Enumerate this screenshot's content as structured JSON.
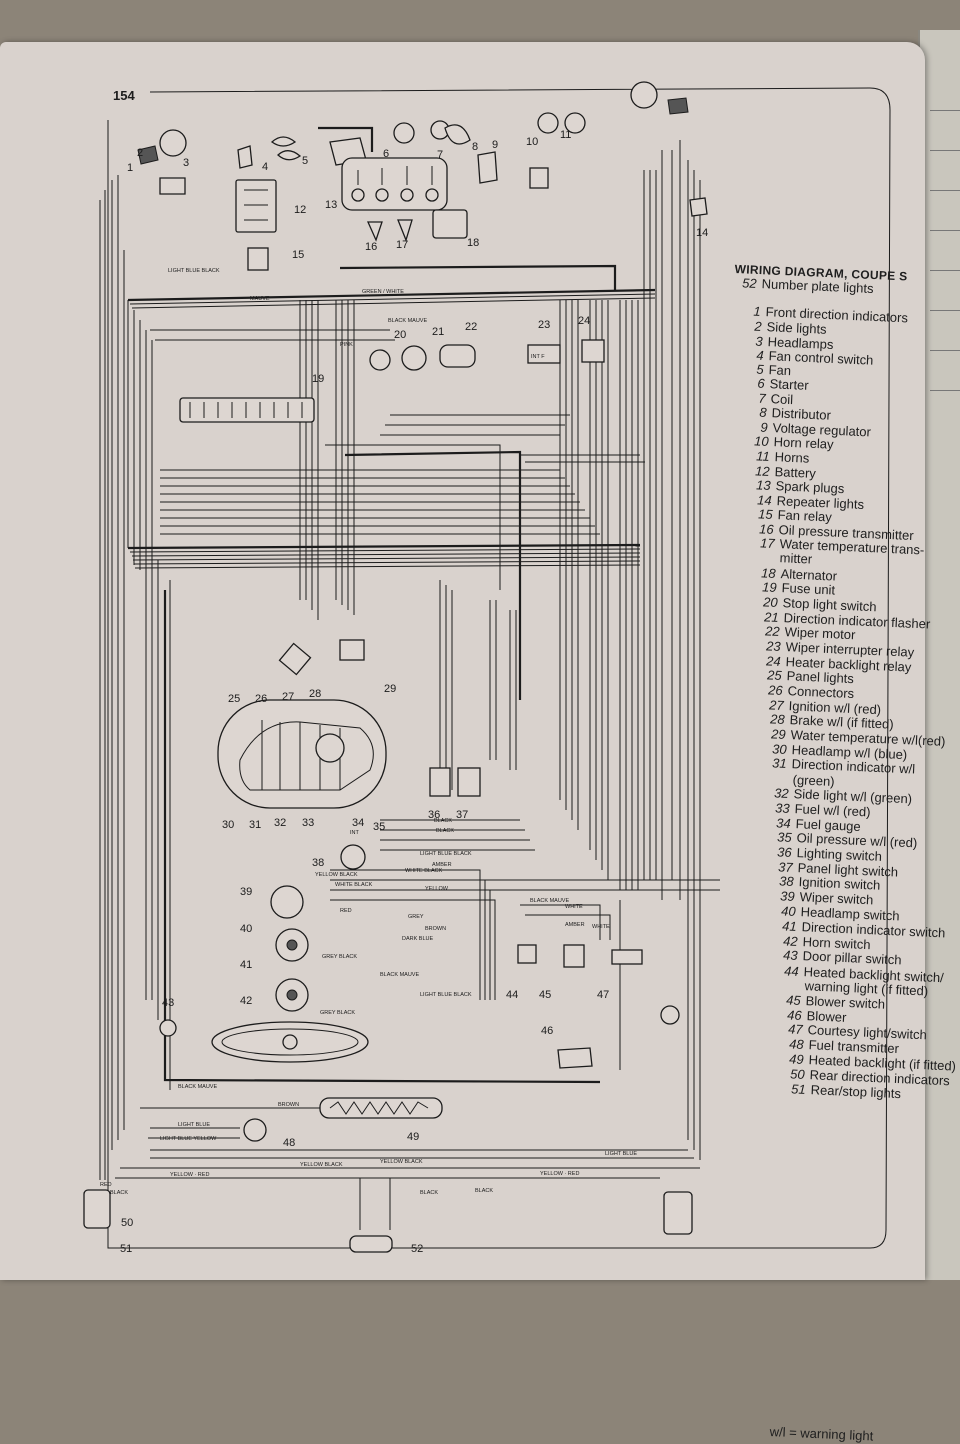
{
  "page_number": "154",
  "legend": {
    "title": "WIRING DIAGRAM, COUPE S",
    "items": [
      {
        "num": "1",
        "label": "Front direction indicators"
      },
      {
        "num": "2",
        "label": "Side lights"
      },
      {
        "num": "3",
        "label": "Headlamps"
      },
      {
        "num": "4",
        "label": "Fan control switch"
      },
      {
        "num": "5",
        "label": "Fan"
      },
      {
        "num": "6",
        "label": "Starter"
      },
      {
        "num": "7",
        "label": "Coil"
      },
      {
        "num": "8",
        "label": "Distributor"
      },
      {
        "num": "9",
        "label": "Voltage regulator"
      },
      {
        "num": "10",
        "label": "Horn relay"
      },
      {
        "num": "11",
        "label": "Horns"
      },
      {
        "num": "12",
        "label": "Battery"
      },
      {
        "num": "13",
        "label": "Spark plugs"
      },
      {
        "num": "14",
        "label": "Repeater lights"
      },
      {
        "num": "15",
        "label": "Fan relay"
      },
      {
        "num": "16",
        "label": "Oil pressure transmitter"
      },
      {
        "num": "17",
        "label": "Water temperature trans-"
      },
      {
        "num": "",
        "label": "mitter"
      },
      {
        "num": "18",
        "label": "Alternator"
      },
      {
        "num": "19",
        "label": "Fuse unit"
      },
      {
        "num": "20",
        "label": "Stop light switch"
      },
      {
        "num": "21",
        "label": "Direction indicator flasher"
      },
      {
        "num": "22",
        "label": "Wiper motor"
      },
      {
        "num": "23",
        "label": "Wiper interrupter relay"
      },
      {
        "num": "24",
        "label": "Heater backlight relay"
      },
      {
        "num": "25",
        "label": "Panel lights"
      },
      {
        "num": "26",
        "label": "Connectors"
      },
      {
        "num": "27",
        "label": "Ignition w/l (red)"
      },
      {
        "num": "28",
        "label": "Brake w/l (if fitted)"
      },
      {
        "num": "29",
        "label": "Water temperature w/l(red)"
      },
      {
        "num": "30",
        "label": "Headlamp w/l (blue)"
      },
      {
        "num": "31",
        "label": "Direction indicator w/l"
      },
      {
        "num": "",
        "label": "(green)"
      },
      {
        "num": "32",
        "label": "Side light w/l (green)"
      },
      {
        "num": "33",
        "label": "Fuel w/l (red)"
      },
      {
        "num": "34",
        "label": "Fuel gauge"
      },
      {
        "num": "35",
        "label": "Oil pressure w/l (red)"
      },
      {
        "num": "36",
        "label": "Lighting switch"
      },
      {
        "num": "37",
        "label": "Panel light switch"
      },
      {
        "num": "38",
        "label": "Ignition switch"
      },
      {
        "num": "39",
        "label": "Wiper switch"
      },
      {
        "num": "40",
        "label": "Headlamp switch"
      },
      {
        "num": "41",
        "label": "Direction indicator switch"
      },
      {
        "num": "42",
        "label": "Horn switch"
      },
      {
        "num": "43",
        "label": "Door pillar switch"
      },
      {
        "num": "44",
        "label": "Heated backlight switch/"
      },
      {
        "num": "",
        "label": "warning light (if fitted)"
      },
      {
        "num": "45",
        "label": "Blower switch"
      },
      {
        "num": "46",
        "label": "Blower"
      },
      {
        "num": "47",
        "label": "Courtesy light/switch"
      },
      {
        "num": "48",
        "label": "Fuel transmitter"
      },
      {
        "num": "49",
        "label": "Heated backlight (if fitted)"
      },
      {
        "num": "50",
        "label": "Rear direction indicators"
      },
      {
        "num": "51",
        "label": "Rear/stop lights"
      },
      {
        "num": "52",
        "label": "Number plate lights"
      }
    ],
    "note": "w/l = warning light"
  },
  "diagram": {
    "component_numbers": [
      "1",
      "2",
      "3",
      "4",
      "5",
      "6",
      "7",
      "8",
      "9",
      "10",
      "11",
      "12",
      "13",
      "14",
      "15",
      "16",
      "17",
      "18",
      "19",
      "20",
      "21",
      "22",
      "23",
      "24",
      "25",
      "26",
      "27",
      "28",
      "29",
      "30",
      "31",
      "32",
      "33",
      "34",
      "35",
      "36",
      "37",
      "38",
      "39",
      "40",
      "41",
      "42",
      "43",
      "44",
      "45",
      "46",
      "47",
      "48",
      "49",
      "50",
      "51",
      "52"
    ],
    "wire_labels": {
      "green_white": "GREEN / WHITE",
      "black_mauve": "BLACK MAUVE",
      "mauve": "MAUVE",
      "brown": "BROWN",
      "light_blue_black": "LIGHT BLUE BLACK",
      "light_blue": "LIGHT BLUE",
      "light_blue_yellow": "LIGHT BLUE YELLOW",
      "yellow_black": "YELLOW BLACK",
      "yellow_red": "YELLOW · RED",
      "yellow": "YELLOW",
      "white_black": "WHITE BLACK",
      "red": "RED",
      "grey": "GREY",
      "grey_black": "GREY BLACK",
      "black": "BLACK",
      "white": "WHITE",
      "amber": "AMBER",
      "dark_blue": "DARK BLUE",
      "pink": "PINK",
      "int": "INT",
      "int_f": "INT F"
    }
  }
}
